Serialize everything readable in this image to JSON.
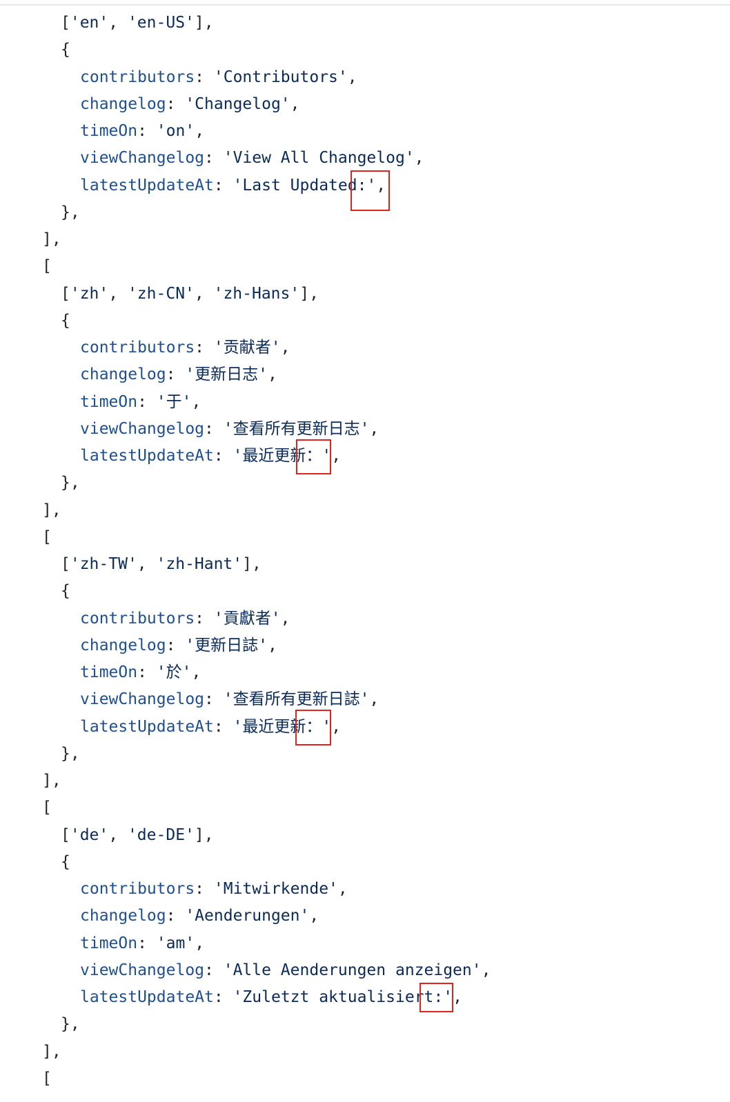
{
  "code_lines": [
    {
      "indent": 2,
      "tokens": [
        [
          "punc",
          "["
        ],
        [
          "str",
          "'en'"
        ],
        [
          "punc",
          ", "
        ],
        [
          "str",
          "'en-US'"
        ],
        [
          "punc",
          "],"
        ]
      ]
    },
    {
      "indent": 2,
      "tokens": [
        [
          "punc",
          "{"
        ]
      ]
    },
    {
      "indent": 3,
      "tokens": [
        [
          "key",
          "contributors"
        ],
        [
          "punc",
          ": "
        ],
        [
          "str",
          "'Contributors'"
        ],
        [
          "punc",
          ","
        ]
      ]
    },
    {
      "indent": 3,
      "tokens": [
        [
          "key",
          "changelog"
        ],
        [
          "punc",
          ": "
        ],
        [
          "str",
          "'Changelog'"
        ],
        [
          "punc",
          ","
        ]
      ]
    },
    {
      "indent": 3,
      "tokens": [
        [
          "key",
          "timeOn"
        ],
        [
          "punc",
          ": "
        ],
        [
          "str",
          "'on'"
        ],
        [
          "punc",
          ","
        ]
      ]
    },
    {
      "indent": 3,
      "tokens": [
        [
          "key",
          "viewChangelog"
        ],
        [
          "punc",
          ": "
        ],
        [
          "str",
          "'View All Changelog'"
        ],
        [
          "punc",
          ","
        ]
      ]
    },
    {
      "indent": 3,
      "tokens": [
        [
          "key",
          "latestUpdateAt"
        ],
        [
          "punc",
          ": "
        ],
        [
          "str",
          "'Last Updated:'"
        ],
        [
          "punc",
          ","
        ]
      ]
    },
    {
      "indent": 2,
      "tokens": [
        [
          "punc",
          "},"
        ]
      ]
    },
    {
      "indent": 1,
      "tokens": [
        [
          "punc",
          "],"
        ]
      ]
    },
    {
      "indent": 1,
      "tokens": [
        [
          "punc",
          "["
        ]
      ]
    },
    {
      "indent": 2,
      "tokens": [
        [
          "punc",
          "["
        ],
        [
          "str",
          "'zh'"
        ],
        [
          "punc",
          ", "
        ],
        [
          "str",
          "'zh-CN'"
        ],
        [
          "punc",
          ", "
        ],
        [
          "str",
          "'zh-Hans'"
        ],
        [
          "punc",
          "],"
        ]
      ]
    },
    {
      "indent": 2,
      "tokens": [
        [
          "punc",
          "{"
        ]
      ]
    },
    {
      "indent": 3,
      "tokens": [
        [
          "key",
          "contributors"
        ],
        [
          "punc",
          ": "
        ],
        [
          "str",
          "'贡献者'"
        ],
        [
          "punc",
          ","
        ]
      ]
    },
    {
      "indent": 3,
      "tokens": [
        [
          "key",
          "changelog"
        ],
        [
          "punc",
          ": "
        ],
        [
          "str",
          "'更新日志'"
        ],
        [
          "punc",
          ","
        ]
      ]
    },
    {
      "indent": 3,
      "tokens": [
        [
          "key",
          "timeOn"
        ],
        [
          "punc",
          ": "
        ],
        [
          "str",
          "'于'"
        ],
        [
          "punc",
          ","
        ]
      ]
    },
    {
      "indent": 3,
      "tokens": [
        [
          "key",
          "viewChangelog"
        ],
        [
          "punc",
          ": "
        ],
        [
          "str",
          "'查看所有更新日志'"
        ],
        [
          "punc",
          ","
        ]
      ]
    },
    {
      "indent": 3,
      "tokens": [
        [
          "key",
          "latestUpdateAt"
        ],
        [
          "punc",
          ": "
        ],
        [
          "str",
          "'最近更新：'"
        ],
        [
          "punc",
          ","
        ]
      ]
    },
    {
      "indent": 2,
      "tokens": [
        [
          "punc",
          "},"
        ]
      ]
    },
    {
      "indent": 1,
      "tokens": [
        [
          "punc",
          "],"
        ]
      ]
    },
    {
      "indent": 1,
      "tokens": [
        [
          "punc",
          "["
        ]
      ]
    },
    {
      "indent": 2,
      "tokens": [
        [
          "punc",
          "["
        ],
        [
          "str",
          "'zh-TW'"
        ],
        [
          "punc",
          ", "
        ],
        [
          "str",
          "'zh-Hant'"
        ],
        [
          "punc",
          "],"
        ]
      ]
    },
    {
      "indent": 2,
      "tokens": [
        [
          "punc",
          "{"
        ]
      ]
    },
    {
      "indent": 3,
      "tokens": [
        [
          "key",
          "contributors"
        ],
        [
          "punc",
          ": "
        ],
        [
          "str",
          "'貢獻者'"
        ],
        [
          "punc",
          ","
        ]
      ]
    },
    {
      "indent": 3,
      "tokens": [
        [
          "key",
          "changelog"
        ],
        [
          "punc",
          ": "
        ],
        [
          "str",
          "'更新日誌'"
        ],
        [
          "punc",
          ","
        ]
      ]
    },
    {
      "indent": 3,
      "tokens": [
        [
          "key",
          "timeOn"
        ],
        [
          "punc",
          ": "
        ],
        [
          "str",
          "'於'"
        ],
        [
          "punc",
          ","
        ]
      ]
    },
    {
      "indent": 3,
      "tokens": [
        [
          "key",
          "viewChangelog"
        ],
        [
          "punc",
          ": "
        ],
        [
          "str",
          "'查看所有更新日誌'"
        ],
        [
          "punc",
          ","
        ]
      ]
    },
    {
      "indent": 3,
      "tokens": [
        [
          "key",
          "latestUpdateAt"
        ],
        [
          "punc",
          ": "
        ],
        [
          "str",
          "'最近更新：'"
        ],
        [
          "punc",
          ","
        ]
      ]
    },
    {
      "indent": 2,
      "tokens": [
        [
          "punc",
          "},"
        ]
      ]
    },
    {
      "indent": 1,
      "tokens": [
        [
          "punc",
          "],"
        ]
      ]
    },
    {
      "indent": 1,
      "tokens": [
        [
          "punc",
          "["
        ]
      ]
    },
    {
      "indent": 2,
      "tokens": [
        [
          "punc",
          "["
        ],
        [
          "str",
          "'de'"
        ],
        [
          "punc",
          ", "
        ],
        [
          "str",
          "'de-DE'"
        ],
        [
          "punc",
          "],"
        ]
      ]
    },
    {
      "indent": 2,
      "tokens": [
        [
          "punc",
          "{"
        ]
      ]
    },
    {
      "indent": 3,
      "tokens": [
        [
          "key",
          "contributors"
        ],
        [
          "punc",
          ": "
        ],
        [
          "str",
          "'Mitwirkende'"
        ],
        [
          "punc",
          ","
        ]
      ]
    },
    {
      "indent": 3,
      "tokens": [
        [
          "key",
          "changelog"
        ],
        [
          "punc",
          ": "
        ],
        [
          "str",
          "'Aenderungen'"
        ],
        [
          "punc",
          ","
        ]
      ]
    },
    {
      "indent": 3,
      "tokens": [
        [
          "key",
          "timeOn"
        ],
        [
          "punc",
          ": "
        ],
        [
          "str",
          "'am'"
        ],
        [
          "punc",
          ","
        ]
      ]
    },
    {
      "indent": 3,
      "tokens": [
        [
          "key",
          "viewChangelog"
        ],
        [
          "punc",
          ": "
        ],
        [
          "str",
          "'Alle Aenderungen anzeigen'"
        ],
        [
          "punc",
          ","
        ]
      ]
    },
    {
      "indent": 3,
      "tokens": [
        [
          "key",
          "latestUpdateAt"
        ],
        [
          "punc",
          ": "
        ],
        [
          "str",
          "'Zuletzt aktualisiert:'"
        ],
        [
          "punc",
          ","
        ]
      ]
    },
    {
      "indent": 2,
      "tokens": [
        [
          "punc",
          "},"
        ]
      ]
    },
    {
      "indent": 1,
      "tokens": [
        [
          "punc",
          "],"
        ]
      ]
    },
    {
      "indent": 1,
      "tokens": [
        [
          "punc",
          "["
        ]
      ]
    }
  ],
  "colors": {
    "key": "#1d4f91",
    "string": "#0a2a59",
    "punctuation": "#1f2328",
    "highlight_box": "#e0241b",
    "background": "#ffffff"
  }
}
